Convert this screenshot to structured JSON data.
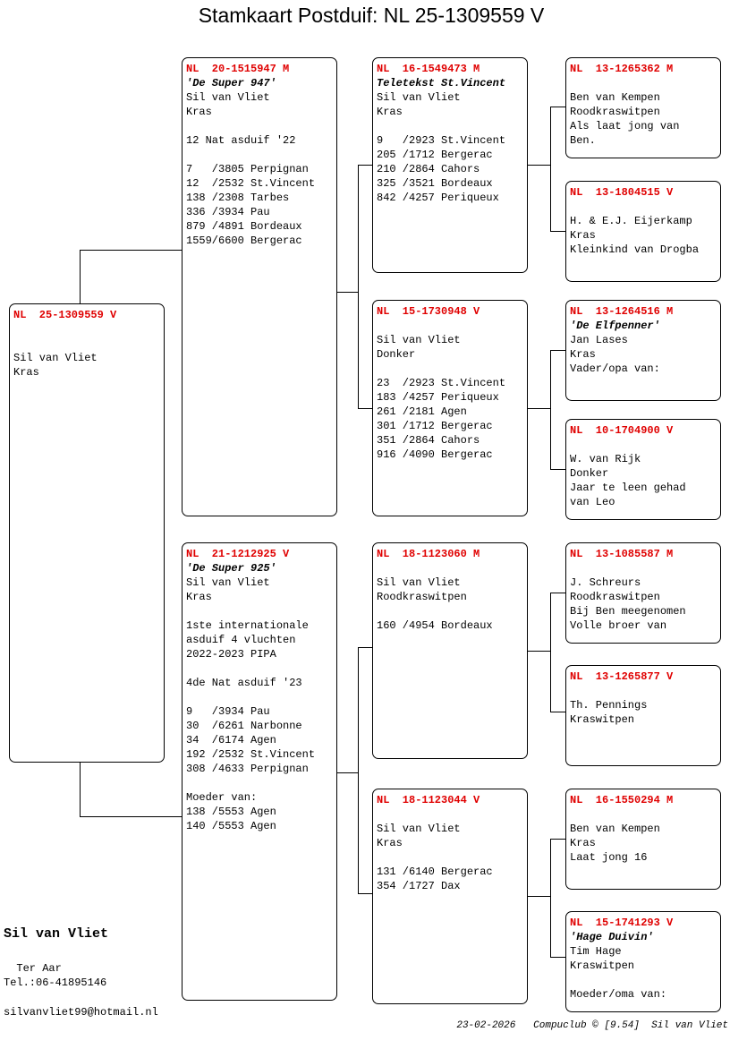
{
  "title": "Stamkaart Postduif: NL  25-1309559 V",
  "pigeons": {
    "subject": {
      "ring": "NL  25-1309559 V",
      "name": "",
      "lines": [
        "",
        "Sil van Vliet",
        "Kras"
      ]
    },
    "sire": {
      "ring": "NL  20-1515947 M",
      "name": "'De Super 947'",
      "lines": [
        "Sil van Vliet",
        "Kras",
        "",
        "12 Nat asduif '22",
        "",
        "7   /3805 Perpignan",
        "12  /2532 St.Vincent",
        "138 /2308 Tarbes",
        "336 /3934 Pau",
        "879 /4891 Bordeaux",
        "1559/6600 Bergerac"
      ]
    },
    "dam": {
      "ring": "NL  21-1212925 V",
      "name": "'De Super 925'",
      "lines": [
        "Sil van Vliet",
        "Kras",
        "",
        "1ste internationale",
        "asduif 4 vluchten",
        "2022-2023 PIPA",
        "",
        "4de Nat asduif '23",
        "",
        "9   /3934 Pau",
        "30  /6261 Narbonne",
        "34  /6174 Agen",
        "192 /2532 St.Vincent",
        "308 /4633 Perpignan",
        "",
        "Moeder van:",
        "138 /5553 Agen",
        "140 /5553 Agen"
      ]
    },
    "ss": {
      "ring": "NL  16-1549473 M",
      "name": "Teletekst St.Vincent",
      "lines": [
        "Sil van Vliet",
        "Kras",
        "",
        "9   /2923 St.Vincent",
        "205 /1712 Bergerac",
        "210 /2864 Cahors",
        "325 /3521 Bordeaux",
        "842 /4257 Periqueux"
      ]
    },
    "sd": {
      "ring": "NL  15-1730948 V",
      "name": "",
      "lines": [
        "Sil van Vliet",
        "Donker",
        "",
        "23  /2923 St.Vincent",
        "183 /4257 Periqueux",
        "261 /2181 Agen",
        "301 /1712 Bergerac",
        "351 /2864 Cahors",
        "916 /4090 Bergerac"
      ]
    },
    "ds": {
      "ring": "NL  18-1123060 M",
      "name": "",
      "lines": [
        "Sil van Vliet",
        "Roodkraswitpen",
        "",
        "160 /4954 Bordeaux"
      ]
    },
    "dd": {
      "ring": "NL  18-1123044 V",
      "name": "",
      "lines": [
        "Sil van Vliet",
        "Kras",
        "",
        "131 /6140 Bergerac",
        "354 /1727 Dax"
      ]
    },
    "sss": {
      "ring": "NL  13-1265362 M",
      "name": "",
      "lines": [
        "Ben van Kempen",
        "Roodkraswitpen",
        "Als laat jong van",
        "Ben."
      ]
    },
    "ssd": {
      "ring": "NL  13-1804515 V",
      "name": "",
      "lines": [
        "H. & E.J. Eijerkamp",
        "Kras",
        "Kleinkind van Drogba"
      ]
    },
    "sds": {
      "ring": "NL  13-1264516 M",
      "name": "'De Elfpenner'",
      "lines": [
        "Jan Lases",
        "Kras",
        "Vader/opa van:"
      ]
    },
    "sdd": {
      "ring": "NL  10-1704900 V",
      "name": "",
      "lines": [
        "W. van Rijk",
        "Donker",
        "Jaar te leen gehad",
        "van Leo"
      ]
    },
    "dss": {
      "ring": "NL  13-1085587 M",
      "name": "",
      "lines": [
        "J. Schreurs",
        "Roodkraswitpen",
        "Bij Ben meegenomen",
        "Volle broer van"
      ]
    },
    "dsd": {
      "ring": "NL  13-1265877 V",
      "name": "",
      "lines": [
        "Th. Pennings",
        "Kraswitpen"
      ]
    },
    "dds": {
      "ring": "NL  16-1550294 M",
      "name": "",
      "lines": [
        "Ben van Kempen",
        "Kras",
        "Laat jong 16"
      ]
    },
    "ddd": {
      "ring": "NL  15-1741293 V",
      "name": "'Hage Duivin'",
      "lines": [
        "Tim Hage",
        "Kraswitpen",
        "",
        "Moeder/oma van:"
      ]
    }
  },
  "owner": {
    "name": "Sil van Vliet",
    "city": "  Ter Aar",
    "phone": "Tel.:06-41895146",
    "email": "silvanvliet99@hotmail.nl"
  },
  "footer": "23-02-2026   Compuclub © [9.54]  Sil van Vliet"
}
